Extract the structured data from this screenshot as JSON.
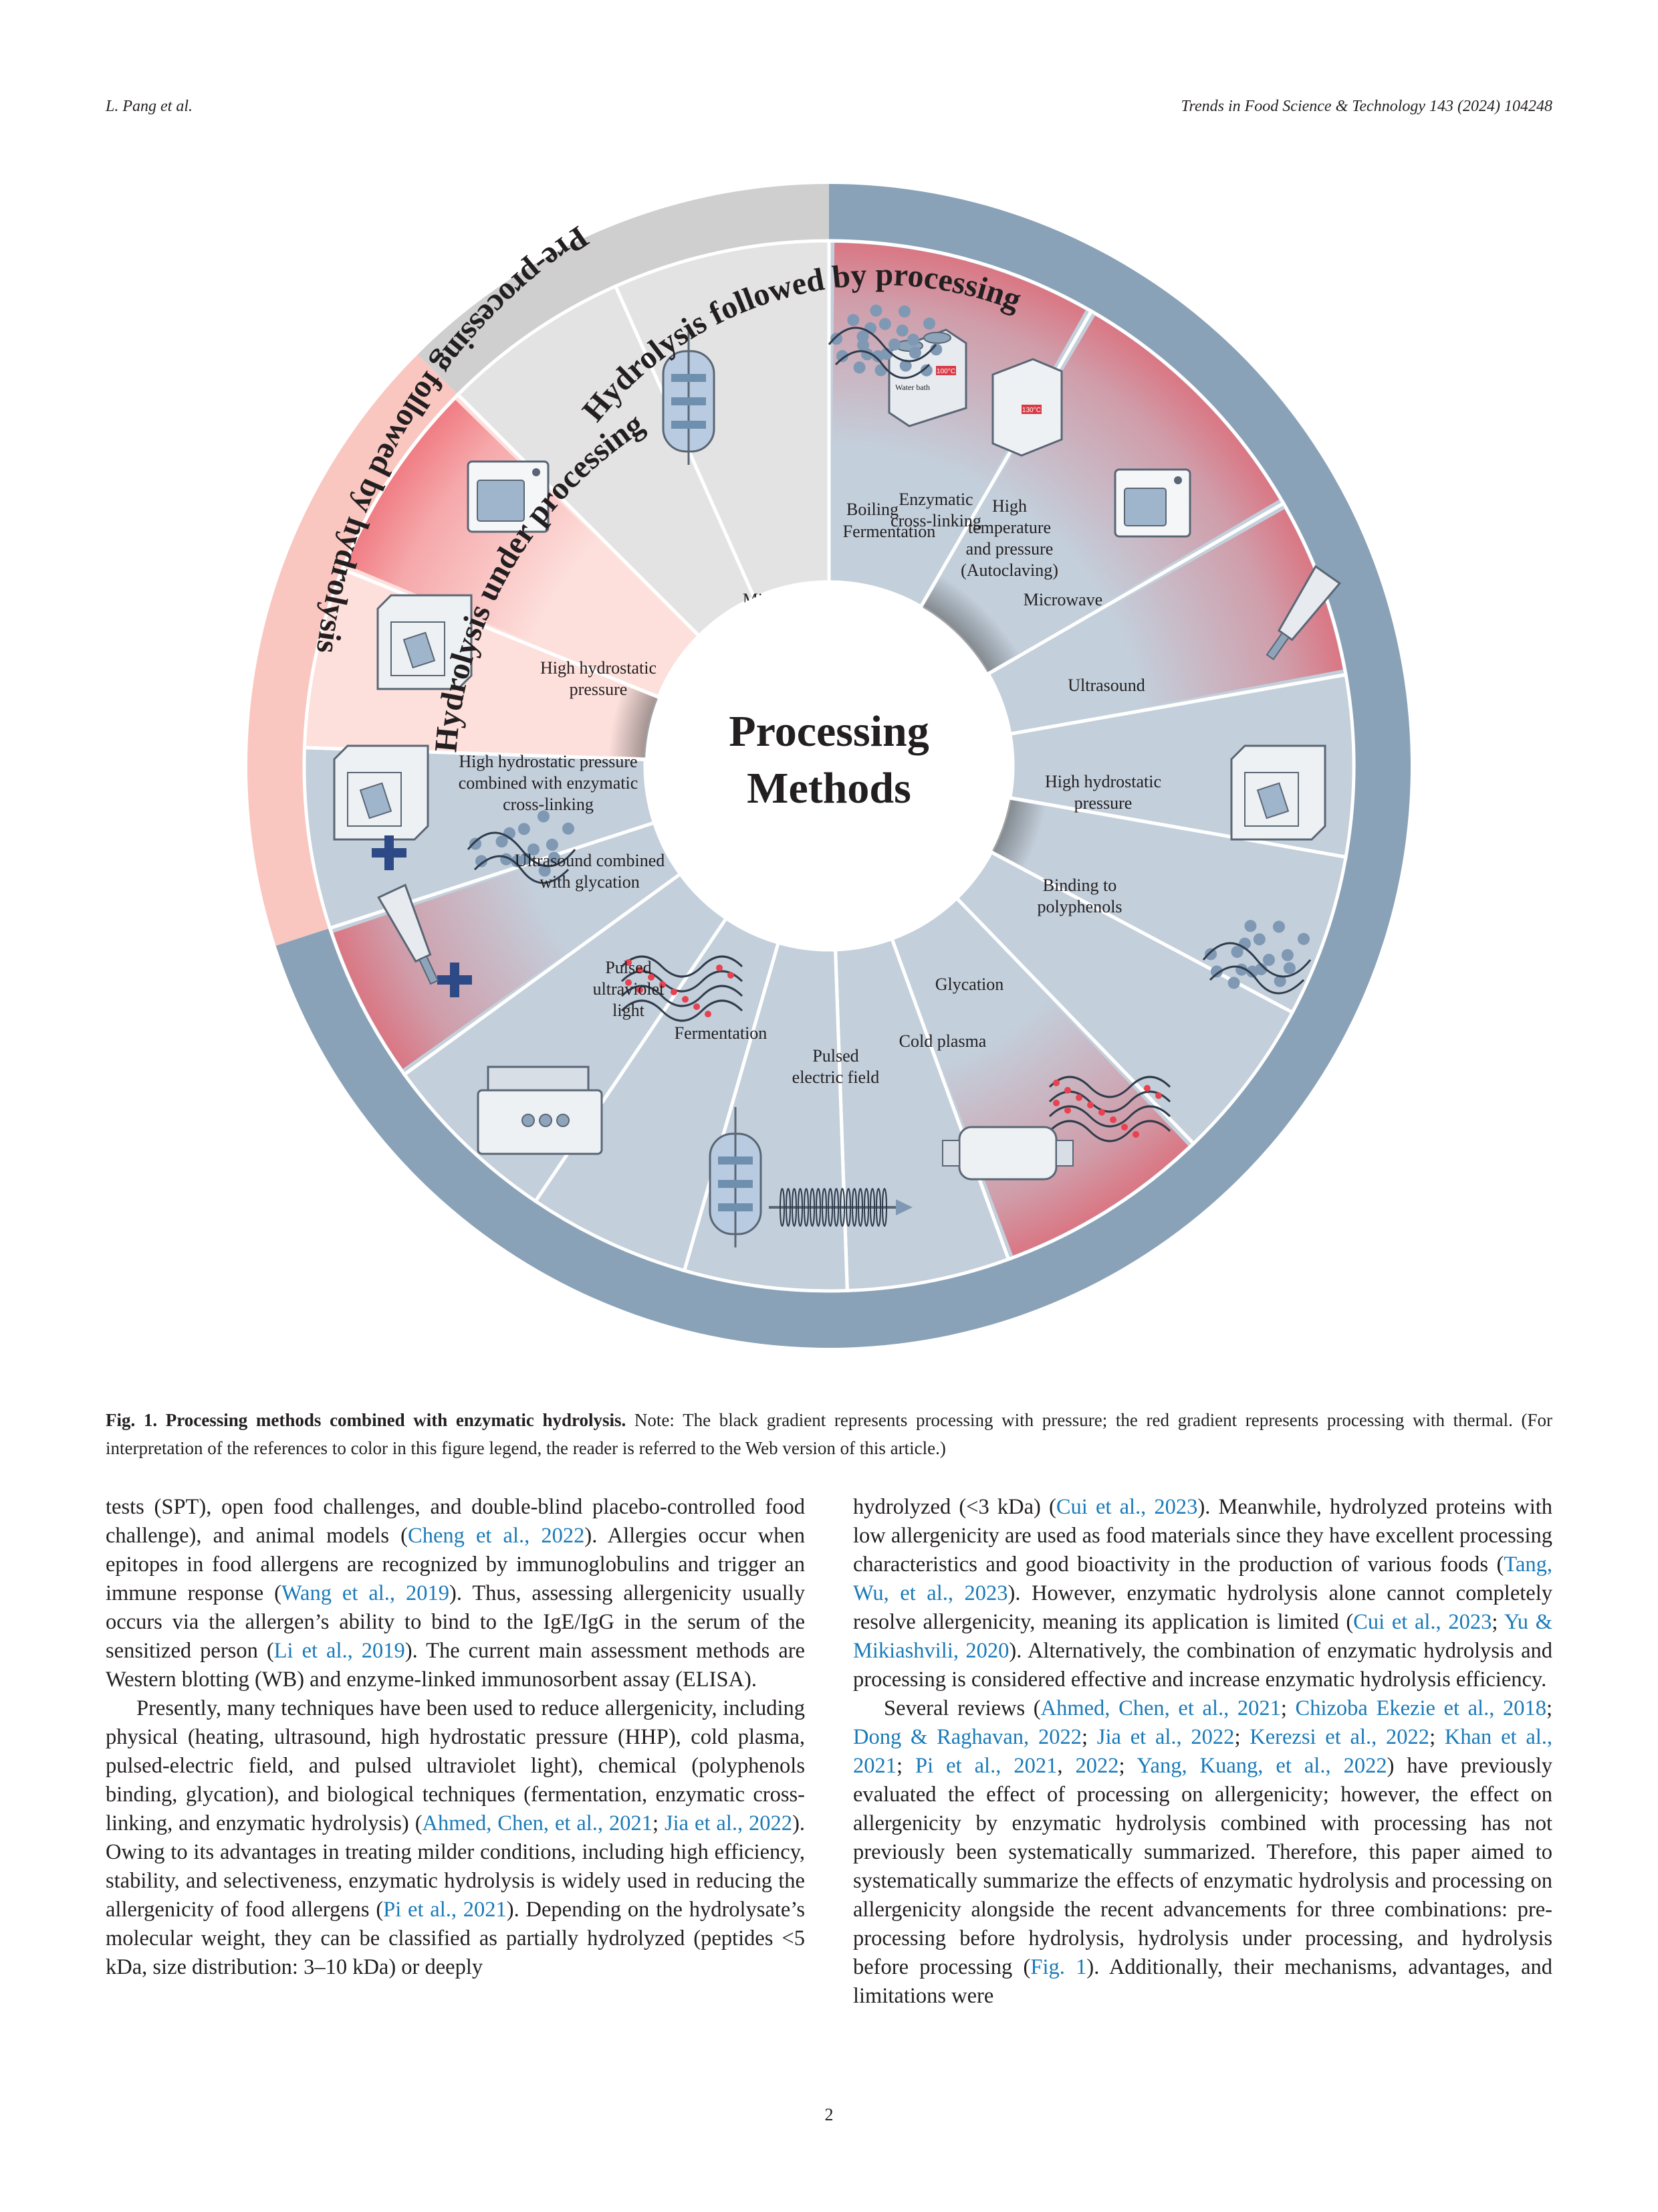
{
  "header": {
    "left": "L. Pang et al.",
    "right": "Trends in Food Science & Technology 143 (2024) 104248"
  },
  "figure": {
    "center_title_line1": "Processing",
    "center_title_line2": "Methods",
    "groups": {
      "under": "Hydrolysis under processing",
      "followed": "Hydrolysis followed by processing",
      "pre": "Pre-processing followed by hydrolysis"
    },
    "colors": {
      "pre_ring": "#8aa2b8",
      "pre_sector": "#c3cfdb",
      "followed_ring": "#cfcfcf",
      "followed_sector": "#e3e3e3",
      "under_ring": "#fac6c0",
      "under_sector": "#fde0dc",
      "thermal_red": "#e8414f",
      "pressure_black": "#4a4a4a"
    },
    "sectors": {
      "enzymatic_crosslinking": [
        "Enzymatic",
        "cross-linking"
      ],
      "fermentation_top": [
        "Fermentation"
      ],
      "microwave_left": [
        "Microwave"
      ],
      "hhp_left": [
        "High hydrostatic",
        "pressure"
      ],
      "hhp_crosslinking": [
        "High hydrostatic pressure",
        "combined with enzymatic",
        "cross-linking"
      ],
      "ultrasound_glycation": [
        "Ultrasound combined",
        "with glycation"
      ],
      "pulsed_uv": [
        "Pulsed",
        "ultraviolet",
        "light"
      ],
      "fermentation_bottom": [
        "Fermentation"
      ],
      "pulsed_electric": [
        "Pulsed",
        "electric field"
      ],
      "cold_plasma": [
        "Cold plasma"
      ],
      "glycation": [
        "Glycation"
      ],
      "polyphenols": [
        "Binding to",
        "polyphenols"
      ],
      "hhp_right": [
        "High hydrostatic",
        "pressure"
      ],
      "ultrasound": [
        "Ultrasound"
      ],
      "microwave_right": [
        "Microwave"
      ],
      "autoclaving": [
        "High",
        "temperature",
        "and pressure",
        "(Autoclaving)"
      ],
      "boiling": [
        "Boiling"
      ]
    },
    "icon_text": {
      "water_bath": "Water bath",
      "bath_temp": "100°C",
      "autoclave_temp": "130°C"
    }
  },
  "caption": {
    "label": "Fig. 1. Processing methods combined with enzymatic hydrolysis.",
    "text": " Note: The black gradient represents processing with pressure; the red gradient represents processing with thermal. (For interpretation of the references to color in this figure legend, the reader is referred to the Web version of this article.)"
  },
  "page_number": "2",
  "text": {
    "l1_a": "tests (SPT), open food challenges, and double-blind placebo-controlled food challenge), and animal models (",
    "l1_c1": "Cheng et al., 2022",
    "l1_b": "). Allergies occur when epitopes in food allergens are recognized by immunoglobulins and trigger an immune response (",
    "l1_c2": "Wang et al., 2019",
    "l1_c": "). Thus, assessing allergenicity usually occurs via the allergen’s ability to bind to the IgE/IgG in the serum of the sensitized person (",
    "l1_c3": "Li et al., 2019",
    "l1_d": "). The current main assessment methods are Western blotting (WB) and enzyme-linked immunosorbent assay (ELISA).",
    "l2_a": "Presently, many techniques have been used to reduce allergenicity, including physical (heating, ultrasound, high hydrostatic pressure (HHP), cold plasma, pulsed-electric field, and pulsed ultraviolet light), chemical (polyphenols binding, glycation), and biological techniques (fermentation, enzymatic cross-linking, and enzymatic hydrolysis) (",
    "l2_c1": "Ahmed, Chen, et al., 2021",
    "l2_s1": "; ",
    "l2_c2": "Jia et al., 2022",
    "l2_b": "). Owing to its advantages in treating milder conditions, including high efficiency, stability, and selectiveness, enzymatic hydrolysis is widely used in reducing the allergenicity of food allergens (",
    "l2_c3": "Pi et al., 2021",
    "l2_c": "). Depending on the hydrolysate’s molecular weight, they can be classified as partially hydrolyzed (peptides <5 kDa, size distribution: 3–10 kDa) or deeply",
    "r1_a": "hydrolyzed (<3 kDa) (",
    "r1_c1": "Cui et al., 2023",
    "r1_b": "). Meanwhile, hydrolyzed proteins with low allergenicity are used as food materials since they have excellent processing characteristics and good bioactivity in the production of various foods (",
    "r1_c2": "Tang, Wu, et al., 2023",
    "r1_c": "). However, enzymatic hydrolysis alone cannot completely resolve allergenicity, meaning its application is limited (",
    "r1_c3": "Cui et al., 2023",
    "r1_s1": "; ",
    "r1_c4": "Yu & Mikiashvili, 2020",
    "r1_d": "). Alternatively, the combination of enzymatic hydrolysis and processing is considered effective and increase enzymatic hydrolysis efficiency.",
    "r2_a": "Several reviews (",
    "r2_c1": "Ahmed, Chen, et al., 2021",
    "r2_s1": "; ",
    "r2_c2": "Chizoba Ekezie et al., 2018",
    "r2_s2": "; ",
    "r2_c3": "Dong & Raghavan, 2022",
    "r2_s3": "; ",
    "r2_c4": "Jia et al., 2022",
    "r2_s4": "; ",
    "r2_c5": "Kerezsi et al., 2022",
    "r2_s5": "; ",
    "r2_c6": "Khan et al., 2021",
    "r2_s6": "; ",
    "r2_c7": "Pi et al., 2021",
    "r2_s7": ", ",
    "r2_c8": "2022",
    "r2_s8": "; ",
    "r2_c9": "Yang, Kuang, et al., 2022",
    "r2_b": ") have previously evaluated the effect of processing on allergenicity; however, the effect on allergenicity by enzymatic hydrolysis combined with processing has not previously been systematically summarized. Therefore, this paper aimed to systematically summarize the effects of enzymatic hydrolysis and processing on allergenicity alongside the recent advancements for three combinations: pre-processing before hydrolysis, hydrolysis under processing, and hydrolysis before processing (",
    "r2_c10": "Fig. 1",
    "r2_c": "). Additionally, their mechanisms, advantages, and limitations were"
  }
}
